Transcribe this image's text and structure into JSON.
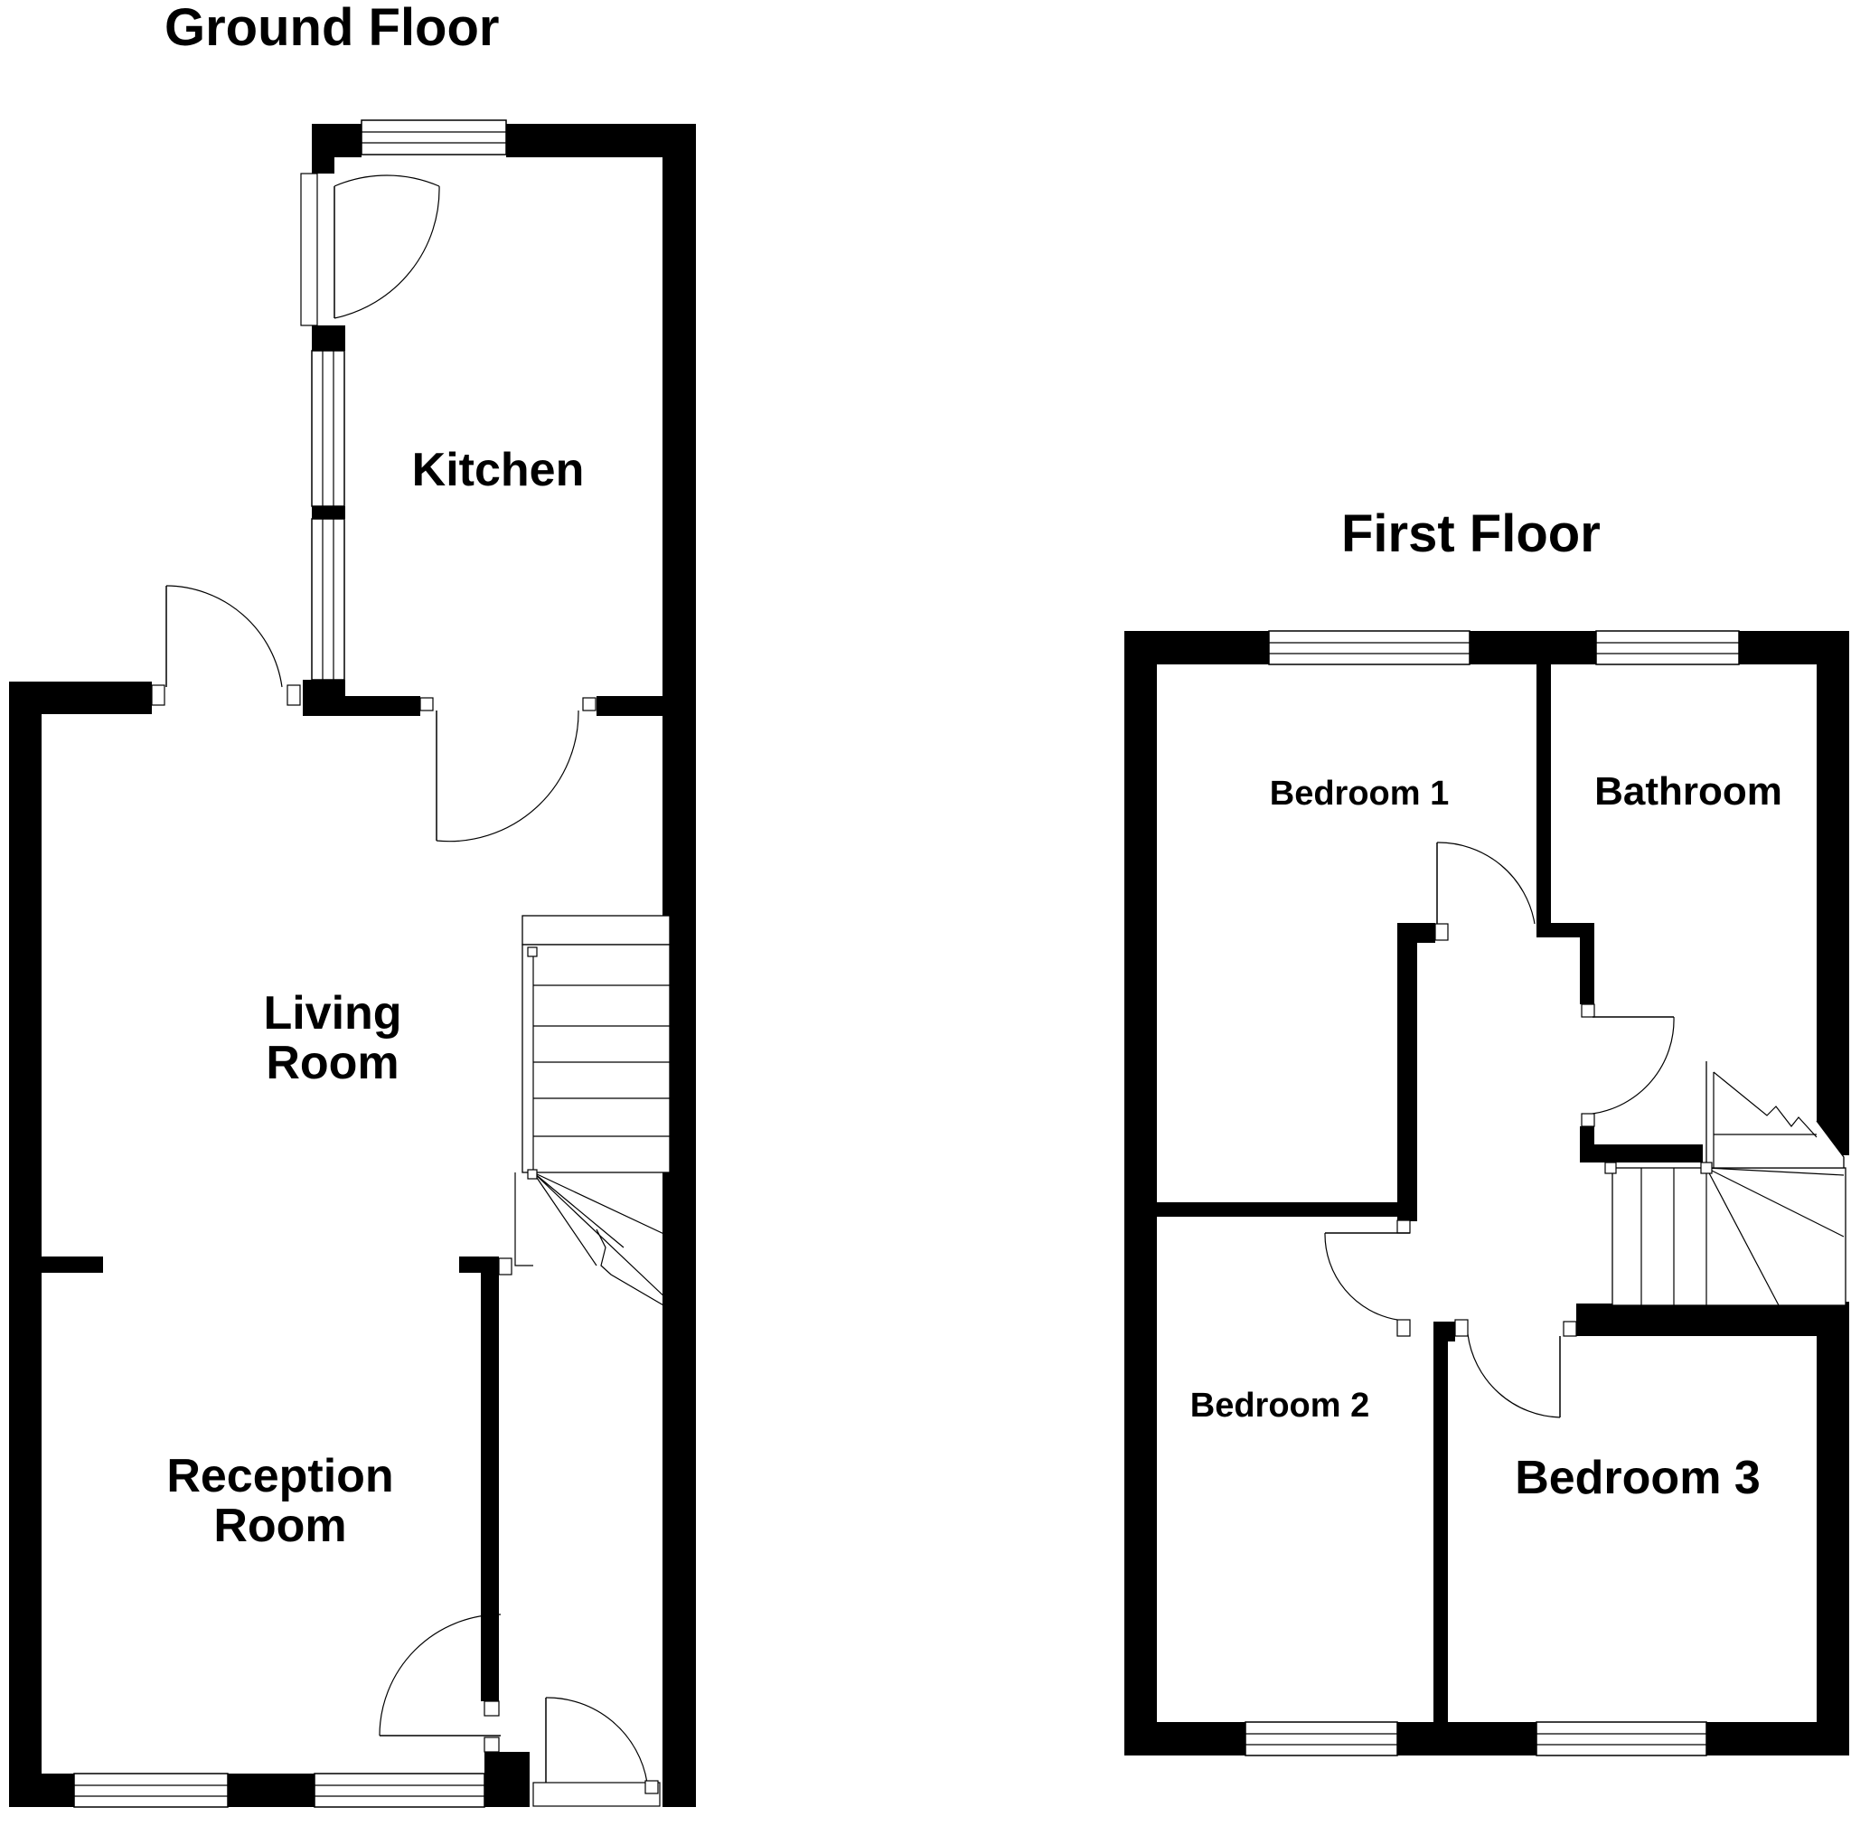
{
  "floors": {
    "ground": {
      "title": "Ground Floor",
      "rooms": {
        "kitchen": "Kitchen",
        "living_room": [
          "Living",
          "Room"
        ],
        "reception_room": [
          "Reception",
          "Room"
        ]
      }
    },
    "first": {
      "title": "First Floor",
      "rooms": {
        "bedroom1": "Bedroom 1",
        "bathroom": "Bathroom",
        "bedroom2": "Bedroom 2",
        "bedroom3": "Bedroom 3"
      }
    }
  },
  "colors": {
    "wall": "#000000",
    "background": "#ffffff"
  }
}
